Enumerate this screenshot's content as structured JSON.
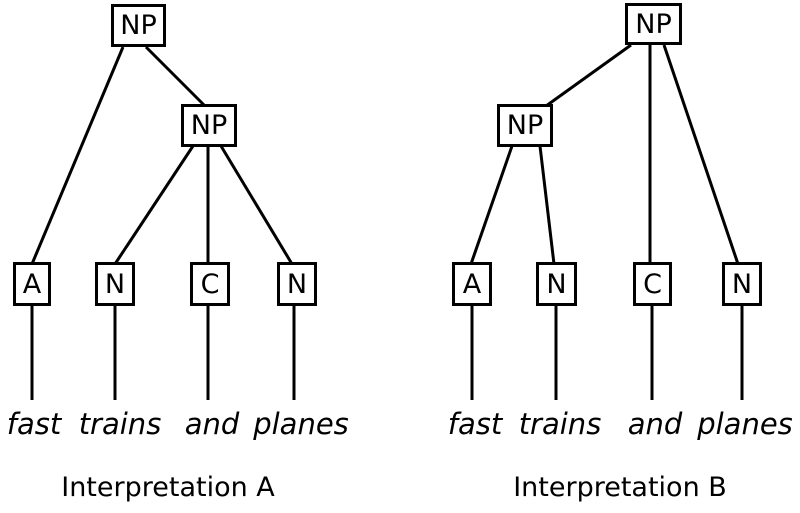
{
  "diagram": {
    "background_color": "#ffffff",
    "line_color": "#000000",
    "phrase": "fast trains and planes",
    "trees": [
      {
        "id": "A",
        "caption": "Interpretation A",
        "nodes": {
          "root": "NP",
          "inner": "NP",
          "leaves": [
            "A",
            "N",
            "C",
            "N"
          ]
        },
        "words": [
          "fast",
          "trains",
          "and",
          "planes"
        ],
        "edges": [
          "NP-root → A",
          "NP-root → NP-inner",
          "NP-inner → N1",
          "NP-inner → C",
          "NP-inner → N2",
          "A → fast",
          "N1 → trains",
          "C → and",
          "N2 → planes"
        ]
      },
      {
        "id": "B",
        "caption": "Interpretation B",
        "nodes": {
          "root": "NP",
          "inner": "NP",
          "leaves": [
            "A",
            "N",
            "C",
            "N"
          ]
        },
        "words": [
          "fast",
          "trains",
          "and",
          "planes"
        ],
        "edges": [
          "NP-root → NP-inner",
          "NP-root → C",
          "NP-root → N2",
          "NP-inner → A",
          "NP-inner → N1",
          "A → fast",
          "N1 → trains",
          "C → and",
          "N2 → planes"
        ]
      }
    ]
  }
}
